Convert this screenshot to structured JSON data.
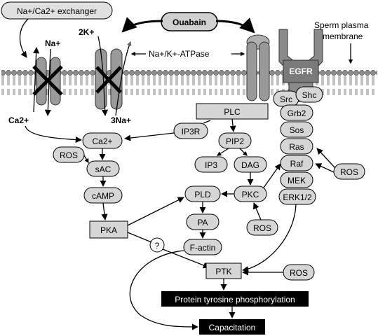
{
  "labels": {
    "exchanger": "Na+/Ca2+ exchanger",
    "ouabain": "Ouabain",
    "two_k": "2K+",
    "na_top": "Na+",
    "atpase": "Na+/K+-ATPase",
    "sperm_membrane_line1": "Sperm plasma",
    "sperm_membrane_line2": "membrane",
    "egfr": "EGFR",
    "ca_bottom": "Ca2+",
    "three_na": "3Na+",
    "plc": "PLC",
    "ip3r": "IP3R",
    "ca2": "Ca2+",
    "pip2": "PIP2",
    "ros_left": "ROS",
    "sac": "sAC",
    "ip3": "IP3",
    "dag": "DAG",
    "camp": "cAMP",
    "pld": "PLD",
    "pkc": "PKC",
    "pka": "PKA",
    "pa": "PA",
    "ros_pkc": "ROS",
    "question": "?",
    "f_actin": "F-actin",
    "src": "Src",
    "shc": "Shc",
    "grb2": "Grb2",
    "sos": "Sos",
    "ras": "Ras",
    "raf": "Raf",
    "ros_raf": "ROS",
    "mek": "MEK",
    "erk": "ERK1/2",
    "ptk": "PTK",
    "ros_ptk": "ROS",
    "protein_tyr": "Protein tyrosine phosphorylation",
    "capacitation": "Capacitation"
  }
}
